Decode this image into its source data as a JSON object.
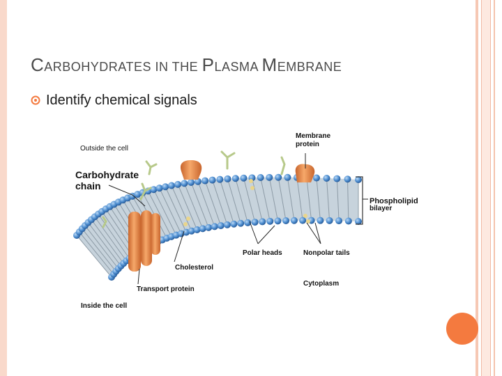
{
  "slide": {
    "title_parts": [
      {
        "text": "C",
        "size": "big"
      },
      {
        "text": "ARBOHYDRATES IN THE ",
        "size": "small"
      },
      {
        "text": "P",
        "size": "big"
      },
      {
        "text": "LASMA ",
        "size": "small"
      },
      {
        "text": "M",
        "size": "big"
      },
      {
        "text": "EMBRANE",
        "size": "small"
      }
    ],
    "bullets": [
      "Identify chemical signals"
    ],
    "bullet_icon": "orange-circle-bullet-icon"
  },
  "figure": {
    "labels": {
      "outside": "Outside the cell",
      "membrane_protein_1": "Membrane",
      "membrane_protein_2": "protein",
      "carbohydrate_1": "Carbohydrate",
      "carbohydrate_2": "chain",
      "phospholipid_1": "Phospholipid",
      "phospholipid_2": "bilayer",
      "polar_heads": "Polar heads",
      "nonpolar_tails": "Nonpolar tails",
      "cholesterol": "Cholesterol",
      "cytoplasm": "Cytoplasm",
      "transport_protein": "Transport protein",
      "inside": "Inside the cell"
    }
  },
  "colors": {
    "accent": "#f47a3f",
    "border": "#f9d9cb",
    "head_blue": "#3f7fc4",
    "protein_orange": "#e98b4b"
  }
}
